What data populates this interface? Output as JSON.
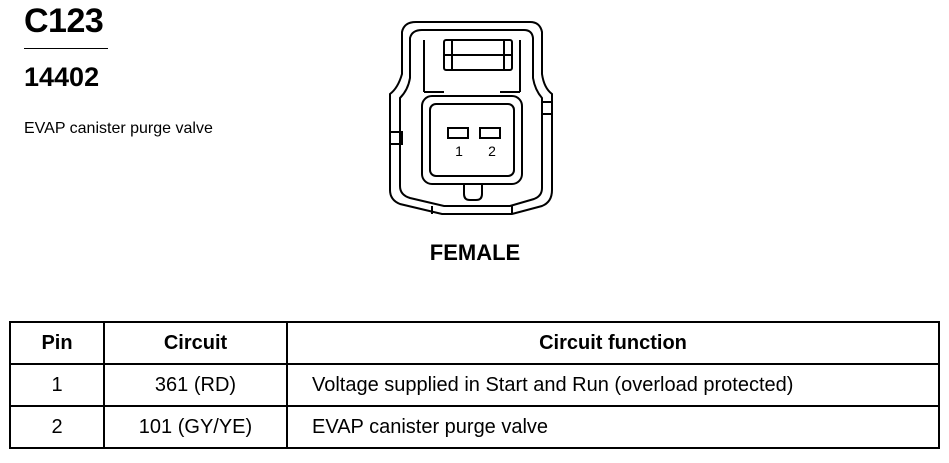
{
  "connector": {
    "id": "C123",
    "part_number": "14402",
    "description": "EVAP canister purge valve",
    "gender": "FEMALE",
    "cavity_labels": [
      "1",
      "2"
    ]
  },
  "pin_table": {
    "headers": {
      "pin": "Pin",
      "circuit": "Circuit",
      "function": "Circuit function"
    },
    "rows": [
      {
        "pin": "1",
        "circuit": "361 (RD)",
        "function": "Voltage supplied in Start and Run (overload protected)"
      },
      {
        "pin": "2",
        "circuit": "101 (GY/YE)",
        "function": "EVAP canister purge valve"
      }
    ]
  }
}
